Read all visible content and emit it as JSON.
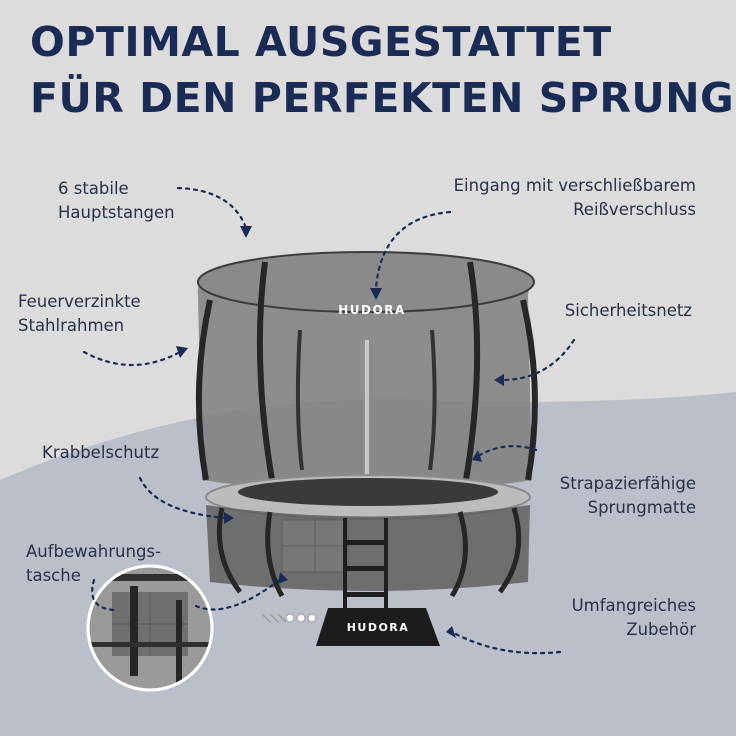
{
  "headline": {
    "line1": "OPTIMAL AUSGESTATTET",
    "line2": "FÜR DEN PERFEKTEN SPRUNG"
  },
  "features": {
    "poles": [
      "6 stabile",
      "Hauptstangen"
    ],
    "entrance": [
      "Eingang mit verschließbarem",
      "Reißverschluss"
    ],
    "frame": [
      "Feuerverzinkte",
      "Stahlrahmen"
    ],
    "net": [
      "Sicherheitsnetz"
    ],
    "crawl": [
      "Krabbelschutz"
    ],
    "mat": [
      "Strapazierfähige",
      "Sprungmatte"
    ],
    "bag": [
      "Aufbewahrungs-",
      "tasche"
    ],
    "accessories": [
      "Umfangreiches",
      "Zubehör"
    ]
  },
  "brand": {
    "name": "HUDORA",
    "color": "#ffffff"
  },
  "colors": {
    "headline": "#1a2c55",
    "label_text": "#283246",
    "arrow": "#1a2c55",
    "background_top": "#dcdcdc",
    "background_floor": "#babfca"
  }
}
